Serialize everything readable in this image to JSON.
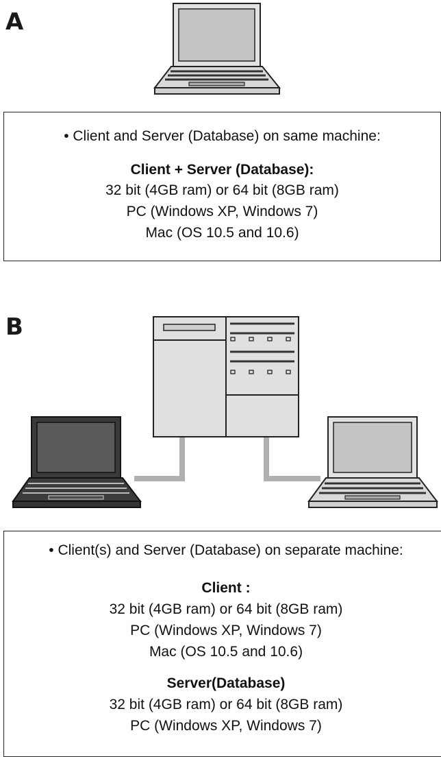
{
  "panel_a": {
    "letter": "A",
    "bullet": "• Client and Server (Database) on same machine:",
    "heading": "Client + Server (Database):",
    "lines": [
      "32 bit (4GB ram) or 64 bit (8GB ram)",
      "PC (Windows XP, Windows 7)",
      "Mac (OS 10.5 and 10.6)"
    ]
  },
  "panel_b": {
    "letter": "B",
    "bullet": "• Client(s) and Server (Database) on separate machine:",
    "client_heading": "Client :",
    "client_lines": [
      "32 bit (4GB ram) or 64 bit (8GB ram)",
      "PC (Windows XP, Windows 7)",
      "Mac (OS 10.5 and 10.6)"
    ],
    "server_heading": "Server(Database)",
    "server_lines": [
      "32 bit (4GB ram) or 64 bit (8GB ram)",
      "PC (Windows XP, Windows 7)"
    ]
  },
  "icons": {
    "laptop_a": "laptop-icon",
    "server": "server-tower-icon",
    "laptop_dark": "laptop-icon",
    "laptop_light": "laptop-icon"
  },
  "colors": {
    "light_device": "#d8d8d8",
    "dark_device": "#3a3a3a",
    "cable": "#b0b0b0",
    "outline": "#222222"
  }
}
